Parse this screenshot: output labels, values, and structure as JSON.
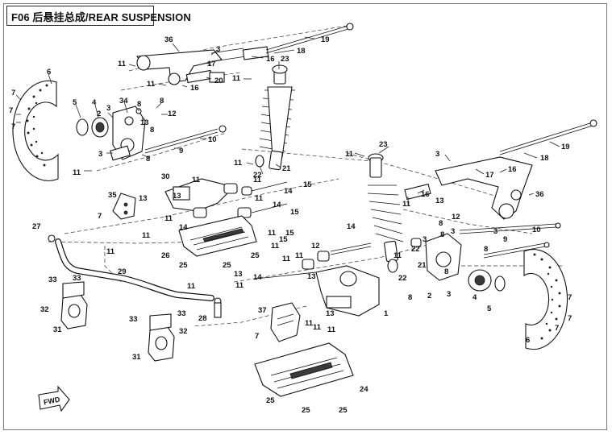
{
  "title": "F06 后悬挂总成/REAR SUSPENSION",
  "fwd_label": "FWD",
  "callouts": [
    {
      "id": "c-36a",
      "text": "36"
    },
    {
      "id": "c-19a",
      "text": "19"
    },
    {
      "id": "c-3a",
      "text": "3"
    },
    {
      "id": "c-18a",
      "text": "18"
    },
    {
      "id": "c-16a",
      "text": "16"
    },
    {
      "id": "c-17a",
      "text": "17"
    },
    {
      "id": "c-11a",
      "text": "11"
    },
    {
      "id": "c-11b",
      "text": "11"
    },
    {
      "id": "c-20",
      "text": "20"
    },
    {
      "id": "c-16b",
      "text": "16"
    },
    {
      "id": "c-23a",
      "text": "23"
    },
    {
      "id": "c-11c",
      "text": "11"
    },
    {
      "id": "c-6a",
      "text": "6"
    },
    {
      "id": "c-7a",
      "text": "7"
    },
    {
      "id": "c-7b",
      "text": "7"
    },
    {
      "id": "c-7c",
      "text": "7"
    },
    {
      "id": "c-5a",
      "text": "5"
    },
    {
      "id": "c-4a",
      "text": "4"
    },
    {
      "id": "c-2a",
      "text": "2"
    },
    {
      "id": "c-3b",
      "text": "3"
    },
    {
      "id": "c-34",
      "text": "34"
    },
    {
      "id": "c-8a",
      "text": "8"
    },
    {
      "id": "c-13a",
      "text": "13"
    },
    {
      "id": "c-8b",
      "text": "8"
    },
    {
      "id": "c-12a",
      "text": "12"
    },
    {
      "id": "c-8c",
      "text": "8"
    },
    {
      "id": "c-3c",
      "text": "3"
    },
    {
      "id": "c-11d",
      "text": "11"
    },
    {
      "id": "c-8d",
      "text": "8"
    },
    {
      "id": "c-9a",
      "text": "9"
    },
    {
      "id": "c-10a",
      "text": "10"
    },
    {
      "id": "c-11e",
      "text": "11"
    },
    {
      "id": "c-22a",
      "text": "22"
    },
    {
      "id": "c-21a",
      "text": "21"
    },
    {
      "id": "c-11f",
      "text": "11"
    },
    {
      "id": "c-23b",
      "text": "23"
    },
    {
      "id": "c-3d",
      "text": "3"
    },
    {
      "id": "c-19b",
      "text": "19"
    },
    {
      "id": "c-18b",
      "text": "18"
    },
    {
      "id": "c-16c",
      "text": "16"
    },
    {
      "id": "c-17b",
      "text": "17"
    },
    {
      "id": "c-36b",
      "text": "36"
    },
    {
      "id": "c-16d",
      "text": "16"
    },
    {
      "id": "c-11g",
      "text": "11"
    },
    {
      "id": "c-30",
      "text": "30"
    },
    {
      "id": "c-11h",
      "text": "11"
    },
    {
      "id": "c-11i",
      "text": "11"
    },
    {
      "id": "c-14a",
      "text": "14"
    },
    {
      "id": "c-15a",
      "text": "15"
    },
    {
      "id": "c-35",
      "text": "35"
    },
    {
      "id": "c-13b",
      "text": "13"
    },
    {
      "id": "c-13c",
      "text": "13"
    },
    {
      "id": "c-11j",
      "text": "11"
    },
    {
      "id": "c-14b",
      "text": "14"
    },
    {
      "id": "c-15b",
      "text": "15"
    },
    {
      "id": "c-7d",
      "text": "7"
    },
    {
      "id": "c-27",
      "text": "27"
    },
    {
      "id": "c-11k",
      "text": "11"
    },
    {
      "id": "c-14c",
      "text": "14"
    },
    {
      "id": "c-11l",
      "text": "11"
    },
    {
      "id": "c-11m",
      "text": "11"
    },
    {
      "id": "c-11n",
      "text": "11"
    },
    {
      "id": "c-15c",
      "text": "15"
    },
    {
      "id": "c-13d",
      "text": "13"
    },
    {
      "id": "c-12b",
      "text": "12"
    },
    {
      "id": "c-8e",
      "text": "8"
    },
    {
      "id": "c-3e",
      "text": "3"
    },
    {
      "id": "c-8f",
      "text": "8"
    },
    {
      "id": "c-3f",
      "text": "3"
    },
    {
      "id": "c-10b",
      "text": "10"
    },
    {
      "id": "c-11o",
      "text": "11"
    },
    {
      "id": "c-15d",
      "text": "15"
    },
    {
      "id": "c-14d",
      "text": "14"
    },
    {
      "id": "c-26",
      "text": "26"
    },
    {
      "id": "c-25a",
      "text": "25"
    },
    {
      "id": "c-25b",
      "text": "25"
    },
    {
      "id": "c-25c",
      "text": "25"
    },
    {
      "id": "c-29",
      "text": "29"
    },
    {
      "id": "c-11p",
      "text": "11"
    },
    {
      "id": "c-13e",
      "text": "13"
    },
    {
      "id": "c-14e",
      "text": "14"
    },
    {
      "id": "c-11q",
      "text": "11"
    },
    {
      "id": "c-12c",
      "text": "12"
    },
    {
      "id": "c-11r",
      "text": "11"
    },
    {
      "id": "c-13f",
      "text": "13"
    },
    {
      "id": "c-11s",
      "text": "11"
    },
    {
      "id": "c-22b",
      "text": "22"
    },
    {
      "id": "c-8g",
      "text": "8"
    },
    {
      "id": "c-9b",
      "text": "9"
    },
    {
      "id": "c-3g",
      "text": "3"
    },
    {
      "id": "c-8h",
      "text": "8"
    },
    {
      "id": "c-33a",
      "text": "33"
    },
    {
      "id": "c-33b",
      "text": "33"
    },
    {
      "id": "c-22c",
      "text": "22"
    },
    {
      "id": "c-8i",
      "text": "8"
    },
    {
      "id": "c-2b",
      "text": "2"
    },
    {
      "id": "c-3h",
      "text": "3"
    },
    {
      "id": "c-4b",
      "text": "4"
    },
    {
      "id": "c-5b",
      "text": "5"
    },
    {
      "id": "c-32a",
      "text": "32"
    },
    {
      "id": "c-11t",
      "text": "11"
    },
    {
      "id": "c-33c",
      "text": "33"
    },
    {
      "id": "c-1",
      "text": "1"
    },
    {
      "id": "c-7e",
      "text": "7"
    },
    {
      "id": "c-7f",
      "text": "7"
    },
    {
      "id": "c-31a",
      "text": "31"
    },
    {
      "id": "c-33d",
      "text": "33"
    },
    {
      "id": "c-28",
      "text": "28"
    },
    {
      "id": "c-37",
      "text": "37"
    },
    {
      "id": "c-7g",
      "text": "7"
    },
    {
      "id": "c-11u",
      "text": "11"
    },
    {
      "id": "c-13g",
      "text": "13"
    },
    {
      "id": "c-6b",
      "text": "6"
    },
    {
      "id": "c-32b",
      "text": "32"
    },
    {
      "id": "c-7h",
      "text": "7"
    },
    {
      "id": "c-31b",
      "text": "31"
    },
    {
      "id": "c-24",
      "text": "24"
    },
    {
      "id": "c-25d",
      "text": "25"
    },
    {
      "id": "c-25e",
      "text": "25"
    },
    {
      "id": "c-25f",
      "text": "25"
    },
    {
      "id": "c-11v",
      "text": "11"
    },
    {
      "id": "c-11w",
      "text": "11"
    },
    {
      "id": "c-21b",
      "text": "21"
    }
  ]
}
